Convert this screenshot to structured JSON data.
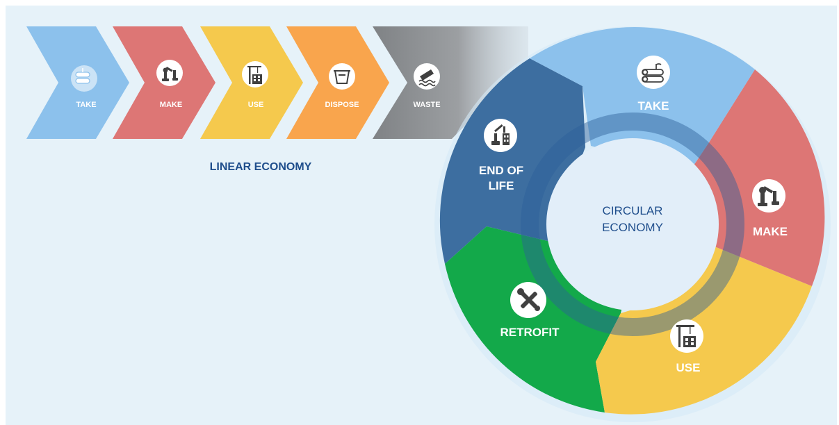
{
  "colors": {
    "background": "#e6f2f9",
    "take": "#8cc1ec",
    "make": "#dd7675",
    "use": "#f5c94d",
    "dispose": "#f9a54d",
    "waste": "#85888b",
    "end_of_life": "#3d6ea0",
    "retrofit": "#13a94a",
    "hub": "#e2eef9",
    "title_text": "#1f4e8c"
  },
  "linear": {
    "title": "LINEAR ECONOMY",
    "steps": [
      {
        "label": "TAKE",
        "icon": "logs-icon"
      },
      {
        "label": "MAKE",
        "icon": "robot-arm-icon"
      },
      {
        "label": "USE",
        "icon": "building-crane-icon"
      },
      {
        "label": "DISPOSE",
        "icon": "dumpster-icon"
      },
      {
        "label": "WASTE",
        "icon": "sinking-ship-icon"
      }
    ]
  },
  "circular": {
    "center_line1": "CIRCULAR",
    "center_line2": "ECONOMY",
    "segments": [
      {
        "label": "TAKE",
        "icon": "logs-icon"
      },
      {
        "label": "MAKE",
        "icon": "robot-arm-icon"
      },
      {
        "label": "USE",
        "icon": "building-crane-icon"
      },
      {
        "label": "RETROFIT",
        "icon": "wrench-screwdriver-icon"
      },
      {
        "label_line1": "END OF",
        "label_line2": "LIFE",
        "icon": "demolition-excavator-icon"
      }
    ]
  }
}
